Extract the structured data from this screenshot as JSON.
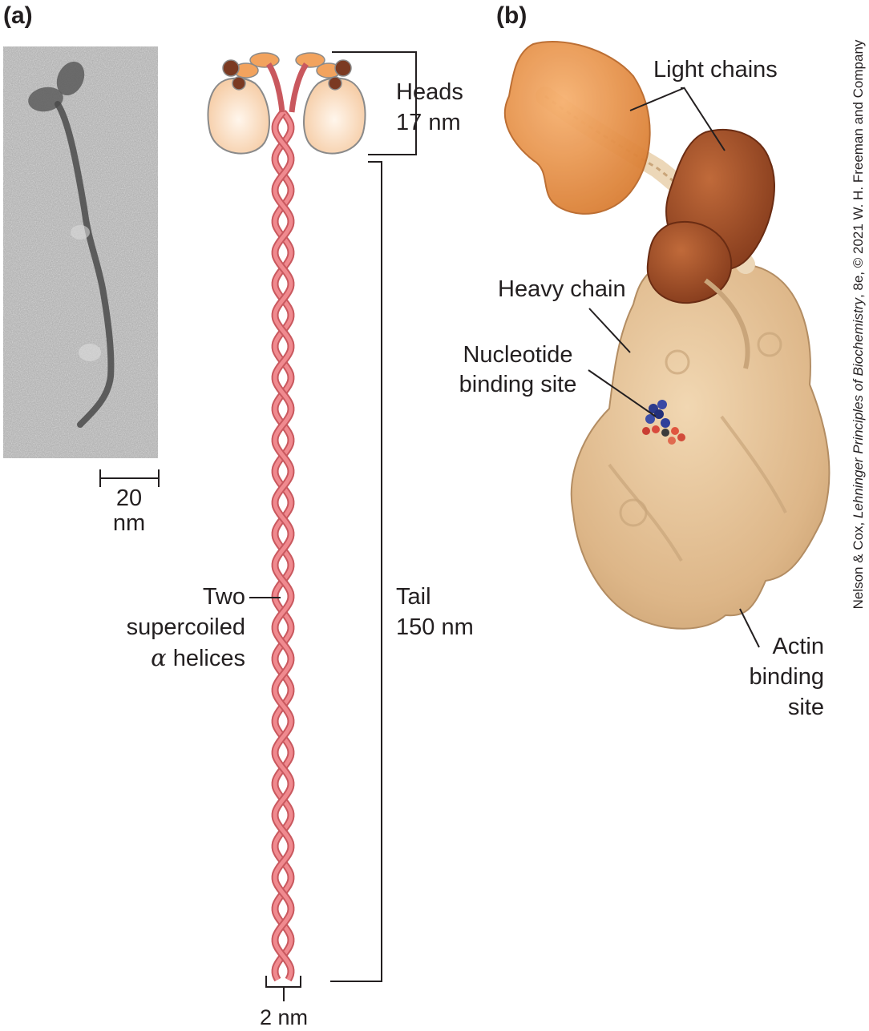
{
  "panel_a": {
    "label": "(a)",
    "scale_bar": {
      "value": "20",
      "unit": "nm"
    },
    "heads_label": {
      "line1": "Heads",
      "line2": "17 nm"
    },
    "tail_label": {
      "line1": "Tail",
      "line2": "150 nm"
    },
    "helices_label": {
      "line1": "Two",
      "line2": "supercoiled",
      "line3_symbol": "α",
      "line3_text": " helices"
    },
    "width_label": "2 nm"
  },
  "panel_b": {
    "label": "(b)",
    "light_chains": "Light chains",
    "heavy_chain": "Heavy chain",
    "nucleotide": {
      "line1": "Nucleotide",
      "line2": "binding site"
    },
    "actin": {
      "line1": "Actin",
      "line2": "binding",
      "line3": "site"
    }
  },
  "credit": {
    "authors": "Nelson & Cox, ",
    "book": "Lehninger Principles of Biochemistry",
    "edition": ", 8e",
    "copyright": ", © 2021 W. H. Freeman and Company"
  },
  "colors": {
    "helix": "#e8747a",
    "head_light": "#f9d7b4",
    "light_chain_orange": "#ee8c3b",
    "light_chain_brown": "#7a3b22",
    "protein_tan": "#dcb68a",
    "micrograph_gray": "#a9a9a9"
  }
}
